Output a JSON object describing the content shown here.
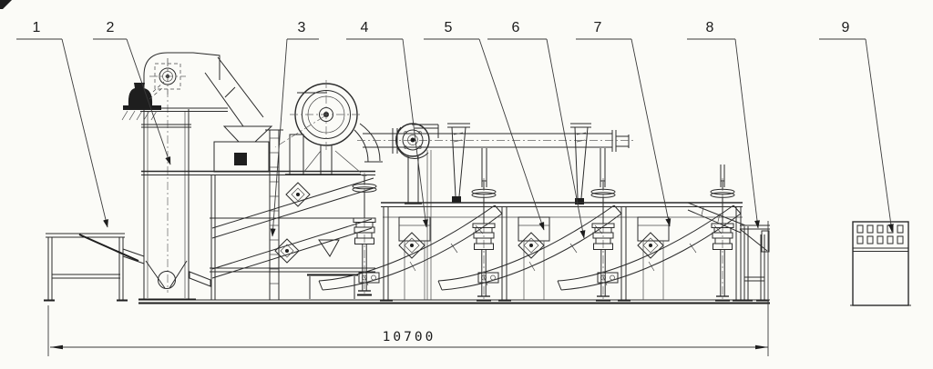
{
  "drawing": {
    "kind": "machine-outline-side-view",
    "colors": {
      "paper": "#fbfbf7",
      "ink": "#2b2b2b"
    },
    "callouts": [
      {
        "label": "1"
      },
      {
        "label": "2"
      },
      {
        "label": "3"
      },
      {
        "label": "4"
      },
      {
        "label": "5"
      },
      {
        "label": "6"
      },
      {
        "label": "7"
      },
      {
        "label": "8"
      },
      {
        "label": "9"
      }
    ],
    "dimension": {
      "value": "10700"
    }
  }
}
